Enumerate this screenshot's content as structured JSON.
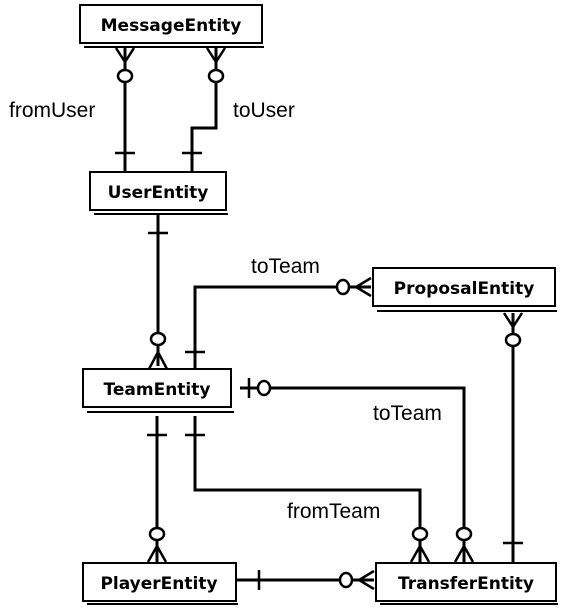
{
  "entities": {
    "message": "MessageEntity",
    "user": "UserEntity",
    "proposal": "ProposalEntity",
    "team": "TeamEntity",
    "player": "PlayerEntity",
    "transfer": "TransferEntity"
  },
  "relationships": {
    "from_user": "fromUser",
    "to_user": "toUser",
    "proposal_to_team": "toTeam",
    "transfer_to_team": "toTeam",
    "from_team": "fromTeam"
  },
  "colors": {
    "line": "#000000",
    "box_fill": "#ffffff"
  }
}
